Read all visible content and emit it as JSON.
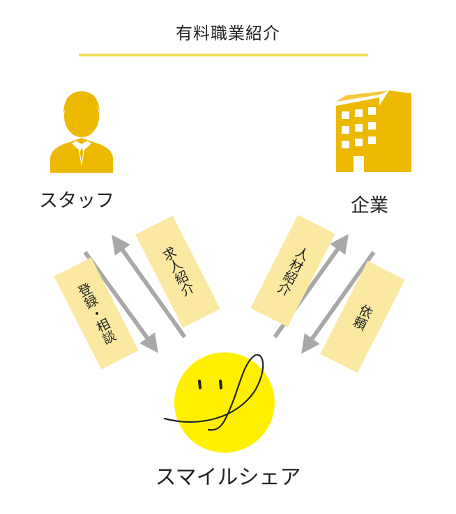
{
  "title": "有料職業紹介",
  "nodes": {
    "staff": "スタッフ",
    "company": "企業",
    "center": "スマイルシェア"
  },
  "flows": {
    "recruit_intro": "求人紹介",
    "register_consult": "登録・相談",
    "talent_intro": "人材紹介",
    "request": "依頼"
  },
  "colors": {
    "icon_gold": "#ecb800",
    "underline": "#f2dd52",
    "tag_bg": "#fbe9a2",
    "arrow": "#a8a8a8",
    "smile_face": "#fff000"
  },
  "icons": [
    "businessman-icon",
    "office-building-icon",
    "smiley-face-icon"
  ]
}
